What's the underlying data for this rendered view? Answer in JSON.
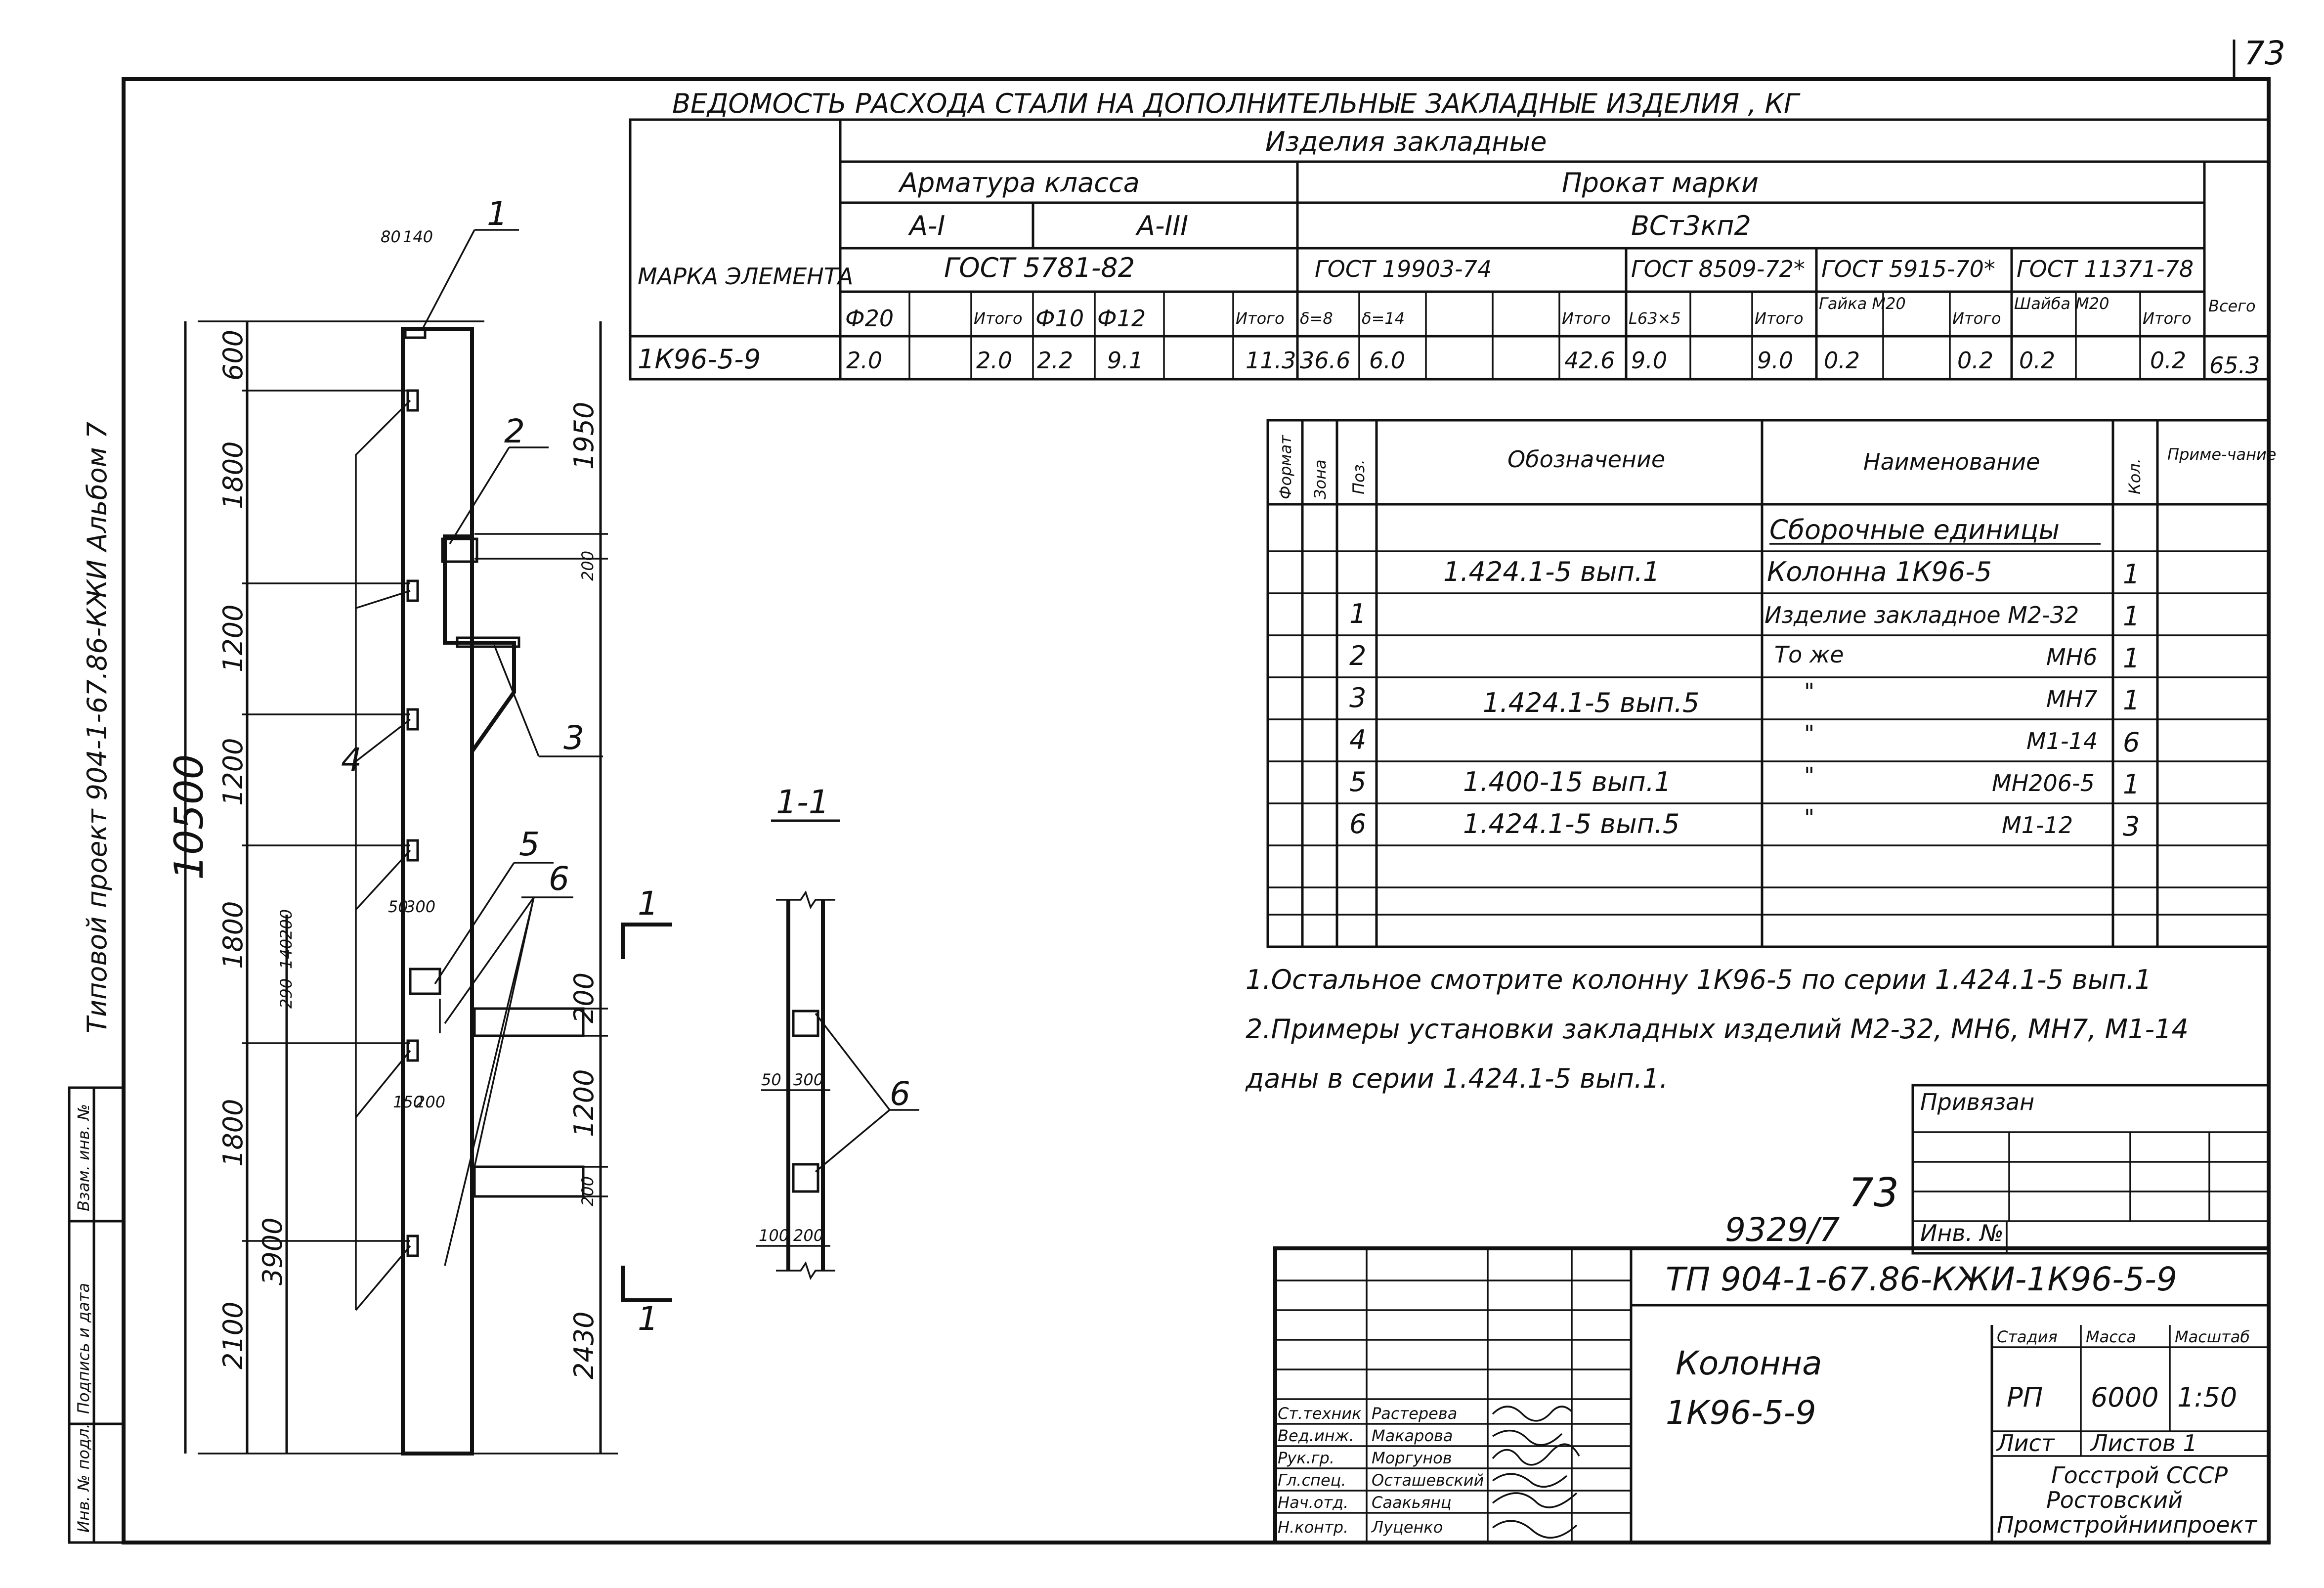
{
  "page_number": "73",
  "sheet_title": "ВЕДОМОСТЬ   РАСХОДА   СТАЛИ  НА  ДОПОЛНИТЕЛЬНЫЕ   ЗАКЛАДНЫЕ   ИЗДЕЛИЯ , КГ",
  "steel_table": {
    "col_element": "МАРКА ЭЛЕМЕНТА",
    "group_title": "Изделия  закладные",
    "rebar_title": "Арматура  класса",
    "rebar_a1": "А-I",
    "rebar_a3": "А-III",
    "rebar_gost": "ГОСТ  5781-82",
    "rolled_title": "Прокат   марки",
    "rolled_grade": "ВСт3кп2",
    "gost_1": "ГОСТ 19903-74",
    "gost_2": "ГОСТ 8509-72*",
    "gost_3": "ГОСТ 5915-70*",
    "gost_4": "ГОСТ 11371-78",
    "total_label": "Всего",
    "headers": [
      "Ф20",
      "Итого",
      "Ф10",
      "Ф12",
      "Итого",
      "δ=8",
      "δ=14",
      "Итого",
      "L63×5",
      "Итого",
      "Гайка М20",
      "Итого",
      "Шайба М20",
      "Итого"
    ],
    "row": {
      "mark": "1К96-5-9",
      "values": [
        "2.0",
        "2.0",
        "2.2",
        "9.1",
        "11.3",
        "36.6",
        "6.0",
        "42.6",
        "9.0",
        "9.0",
        "0.2",
        "0.2",
        "0.2",
        "0.2"
      ],
      "total": "65.3"
    }
  },
  "spec_table": {
    "h_format": "Формат",
    "h_zone": "Зона",
    "h_pos": "Поз.",
    "h_designation": "Обозначение",
    "h_name": "Наименование",
    "h_qty": "Кол.",
    "h_note": "Приме-чание",
    "rows": [
      {
        "pos": "",
        "designation": "",
        "name": "Сборочные единицы",
        "mark": "",
        "qty": ""
      },
      {
        "pos": "",
        "designation": "1.424.1-5 вып.1",
        "name": "Колонна 1К96-5",
        "mark": "",
        "qty": "1"
      },
      {
        "pos": "1",
        "designation": "",
        "name": "Изделие закладное М2-32",
        "mark": "",
        "qty": "1"
      },
      {
        "pos": "2",
        "designation": "",
        "name": "То же",
        "mark": "МН6",
        "qty": "1"
      },
      {
        "pos": "3",
        "designation": "1.424.1-5 вып.5",
        "name": "\"",
        "mark": "МН7",
        "qty": "1"
      },
      {
        "pos": "4",
        "designation": "",
        "name": "\"",
        "mark": "М1-14",
        "qty": "6"
      },
      {
        "pos": "5",
        "designation": "1.400-15 вып.1",
        "name": "\"",
        "mark": "МН206-5",
        "qty": "1"
      },
      {
        "pos": "6",
        "designation": "1.424.1-5 вып.5",
        "name": "\"",
        "mark": "М1-12",
        "qty": "3"
      }
    ]
  },
  "notes": [
    "1.Остальное   смотрите   колонну 1К96-5 по серии 1.424.1-5 вып.1",
    "2.Примеры  установки  закладных  изделий  М2-32, МН6, МН7, М1-14",
    "даны  в  серии 1.424.1-5 вып.1."
  ],
  "side_caption": "Типовой  проект   904-1-67.86-КЖИ     Альбом  7",
  "left_strip": [
    "Инв. № подл.",
    "Подпись и дата",
    "Взам. инв. №"
  ],
  "column_drawing": {
    "total_height": "10500",
    "dims_left": [
      "600",
      "1800",
      "1200",
      "1200",
      "1800",
      "1800",
      "2100",
      "3900"
    ],
    "dims_right": [
      "1950",
      "200",
      "200",
      "1200",
      "200",
      "2430"
    ],
    "small_dims": [
      "80",
      "140",
      "50",
      "300",
      "290",
      "140",
      "200",
      "150",
      "200"
    ],
    "callouts": [
      "1",
      "2",
      "3",
      "4",
      "5",
      "6"
    ],
    "section_mark": "1"
  },
  "section_view": {
    "title": "1-1",
    "dims": [
      "50",
      "300",
      "100",
      "200"
    ],
    "callout": "6"
  },
  "stamp": {
    "attached": "Привязан",
    "inv_no": "Инв. №",
    "sheet_no_handwritten": "73",
    "archive_no": "9329/7",
    "doc_code": "ТП 904-1-67.86-КЖИ-1К96-5-9",
    "object_title": "Колонна",
    "object_mark": "1К96-5-9",
    "stage_label": "Стадия",
    "mass_label": "Масса",
    "scale_label": "Масштаб",
    "stage": "РП",
    "mass": "6000",
    "scale": "1:50",
    "sheet_label": "Лист",
    "sheets_label": "Листов 1",
    "org": [
      "Госстрой СССР",
      "Ростовский",
      "Промстройниипроект"
    ],
    "roles": [
      "Ст.техник",
      "Вед.инж.",
      "Рук.гр.",
      "Гл.спец.",
      "Нач.отд.",
      "Н.контр."
    ],
    "names": [
      "Растерева",
      "Макарова",
      "Моргунов",
      "Осташевский",
      "Саакьянц",
      "Луценко"
    ]
  }
}
